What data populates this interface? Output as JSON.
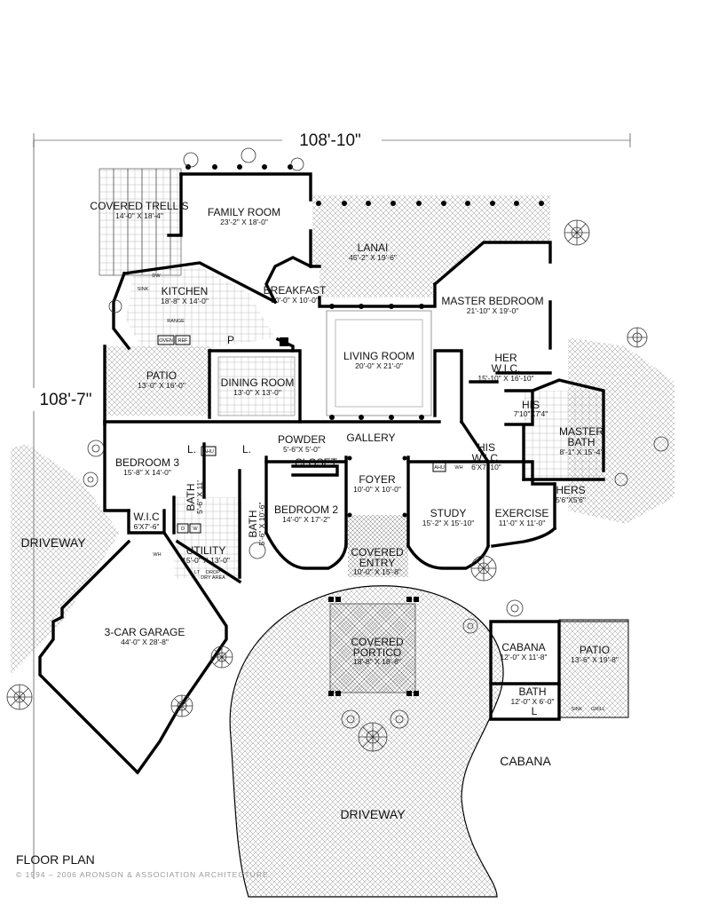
{
  "overall_width": "108'-10\"",
  "overall_depth": "108'-7\"",
  "rooms": {
    "covered_trellis": {
      "name": "COVERED TRELLIS",
      "dim": "14'-0\" X 18'-4\""
    },
    "family_room": {
      "name": "FAMILY ROOM",
      "dim": "23'-2\" X 18'-0\""
    },
    "lanai": {
      "name": "LANAI",
      "dim": "45'-2\" X 19'-6\""
    },
    "kitchen": {
      "name": "KITCHEN",
      "dim": "18'-8\" X 14'-0\""
    },
    "breakfast": {
      "name": "BREAKFAST",
      "dim": "10'-0\" X 10'-0\""
    },
    "master_bedroom": {
      "name": "MASTER BEDROOM",
      "dim": "21'-10\" X 19'-0\""
    },
    "patio": {
      "name": "PATIO",
      "dim": "13'-0\" X 16'-0\""
    },
    "dining_room": {
      "name": "DINING ROOM",
      "dim": "13'-0\" X 13'-0\""
    },
    "living_room": {
      "name": "LIVING ROOM",
      "dim": "20'-0\" X 21'-0\""
    },
    "her_wic": {
      "name1": "HER",
      "name2": "W.I.C.",
      "dim": "15'-10\" X 16'-10\""
    },
    "his_closet": {
      "name": "HIS",
      "dim": "7'10\"X7'4\""
    },
    "master_bath": {
      "name1": "MASTER",
      "name2": "BATH",
      "dim": "8'-1\" X 15'-4\""
    },
    "gallery": {
      "name": "GALLERY"
    },
    "powder": {
      "name": "POWDER",
      "dim": "5'-6\"X 5'-0\""
    },
    "closet": {
      "name": "CLOSET"
    },
    "bedroom3": {
      "name": "BEDROOM 3",
      "dim": "15'-8\" X 14'-0\""
    },
    "bath_a": {
      "name": "BATH",
      "dim": "5'-6\" X 11'"
    },
    "bath_b": {
      "name": "BATH",
      "dim": "5'-6\" X 10'-6\""
    },
    "bedroom2": {
      "name": "BEDROOM 2",
      "dim": "14'-0\" X 17'-2\""
    },
    "foyer": {
      "name": "FOYER",
      "dim": "10'-0\" X 10'-0\""
    },
    "his_wic": {
      "name1": "HIS",
      "name2": "W.I.C.",
      "dim": "6'X7'-10\""
    },
    "hers": {
      "name": "HERS",
      "dim": "5'6\"X5'6\""
    },
    "wic_small": {
      "name": "W.I.C",
      "dim": "6'X7'-6\""
    },
    "study": {
      "name": "STUDY",
      "dim": "15'-2\" X 15'-10\""
    },
    "exercise": {
      "name": "EXERCISE",
      "dim": "11'-0\" X 11'-0\""
    },
    "utility": {
      "name": "UTILITY",
      "dim": "15'-0\" X 13'-0\""
    },
    "covered_entry": {
      "name1": "COVERED",
      "name2": "ENTRY",
      "dim": "10'-0\" X 15'-8\""
    },
    "garage": {
      "name": "3-CAR GARAGE",
      "dim": "44'-0\" X 28'-8\""
    },
    "covered_portico": {
      "name1": "COVERED",
      "name2": "PORTICO",
      "dim": "18'-8\" X 18'-8\""
    },
    "cabana_room": {
      "name": "CABANA",
      "dim": "12'-0\" X 11'-8\""
    },
    "cabana_patio": {
      "name": "PATIO",
      "dim": "13'-6\" X 19'-8\""
    },
    "cabana_bath": {
      "name": "BATH",
      "dim": "12'-0\" X 6'-0\""
    }
  },
  "driveway_left": "DRIVEWAY",
  "driveway_bottom": "DRIVEWAY",
  "cabana_title": "CABANA",
  "fixtures": {
    "dw": "DW",
    "sink": "SINK",
    "range": "RANGE",
    "oven": "OVEN",
    "ref": "REF",
    "pantry": "P",
    "ahu1": "AHU",
    "ahu2": "AHU",
    "linen1": "L.",
    "linen2": "L.",
    "linen3": "L",
    "wh1": "WH",
    "wh2": "WH",
    "dryer": "D",
    "washer": "W",
    "drop_zone1": "DROP",
    "drop_zone2": "DRY AREA",
    "lt": "LT",
    "sink2": "SINK",
    "grill": "GRILL"
  },
  "footer": {
    "title": "FLOOR PLAN",
    "copyright": "© 1994 – 2006 ARONSON & ASSOCIATION ARCHITECTURE"
  }
}
